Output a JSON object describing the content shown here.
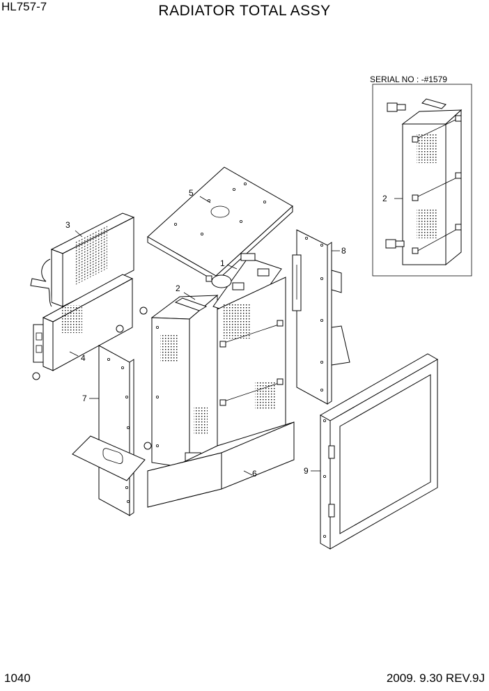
{
  "header": {
    "model": "HL757-7",
    "title": "RADIATOR TOTAL ASSY"
  },
  "inset": {
    "serial_label": "SERIAL NO : -#1579",
    "callout": "2"
  },
  "callouts": {
    "c1": "1",
    "c2": "2",
    "c3": "3",
    "c4": "4",
    "c5": "5",
    "c6": "6",
    "c7": "7",
    "c8": "8",
    "c9": "9"
  },
  "footer": {
    "page_number": "1040",
    "revision": "2009. 9.30  REV.9J"
  }
}
